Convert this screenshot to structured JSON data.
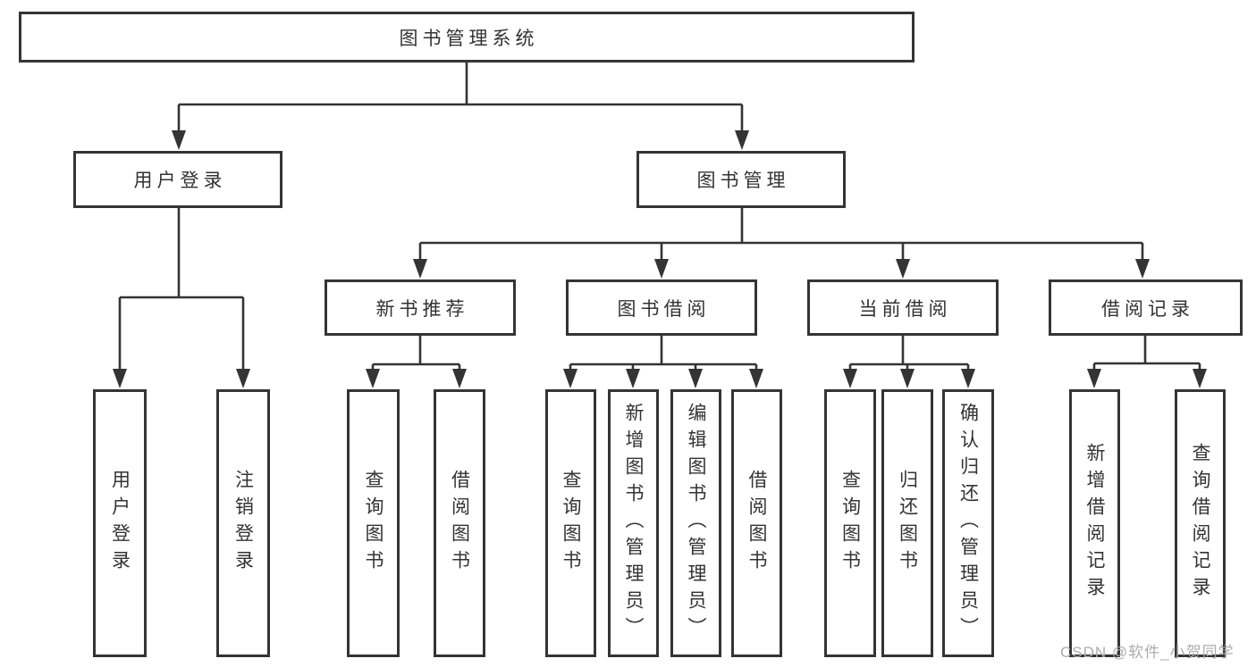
{
  "diagram": {
    "root": {
      "label": "图书管理系统"
    },
    "level2": [
      {
        "label": "用户登录"
      },
      {
        "label": "图书管理"
      }
    ],
    "level3": [
      {
        "label": "新书推荐",
        "parent": "图书管理"
      },
      {
        "label": "图书借阅",
        "parent": "图书管理"
      },
      {
        "label": "当前借阅",
        "parent": "图书管理"
      },
      {
        "label": "借阅记录",
        "parent": "图书管理"
      }
    ],
    "leaves": [
      {
        "label": "用户登录",
        "parent": "用户登录"
      },
      {
        "label": "注销登录",
        "parent": "用户登录"
      },
      {
        "label": "查询图书",
        "parent": "新书推荐"
      },
      {
        "label": "借阅图书",
        "parent": "新书推荐"
      },
      {
        "label": "查询图书",
        "parent": "图书借阅"
      },
      {
        "label": "新增图书（管理员）",
        "parent": "图书借阅"
      },
      {
        "label": "编辑图书（管理员）",
        "parent": "图书借阅"
      },
      {
        "label": "借阅图书",
        "parent": "图书借阅"
      },
      {
        "label": "查询图书",
        "parent": "当前借阅"
      },
      {
        "label": "归还图书",
        "parent": "当前借阅"
      },
      {
        "label": "确认归还（管理员）",
        "parent": "当前借阅"
      },
      {
        "label": "新增借阅记录",
        "parent": "借阅记录"
      },
      {
        "label": "查询借阅记录",
        "parent": "借阅记录"
      }
    ]
  },
  "watermark": "CSDN @软件_小贺同学",
  "colors": {
    "line": "#343434",
    "text": "#333333",
    "watermark": "#acacac",
    "background": "#ffffff"
  }
}
